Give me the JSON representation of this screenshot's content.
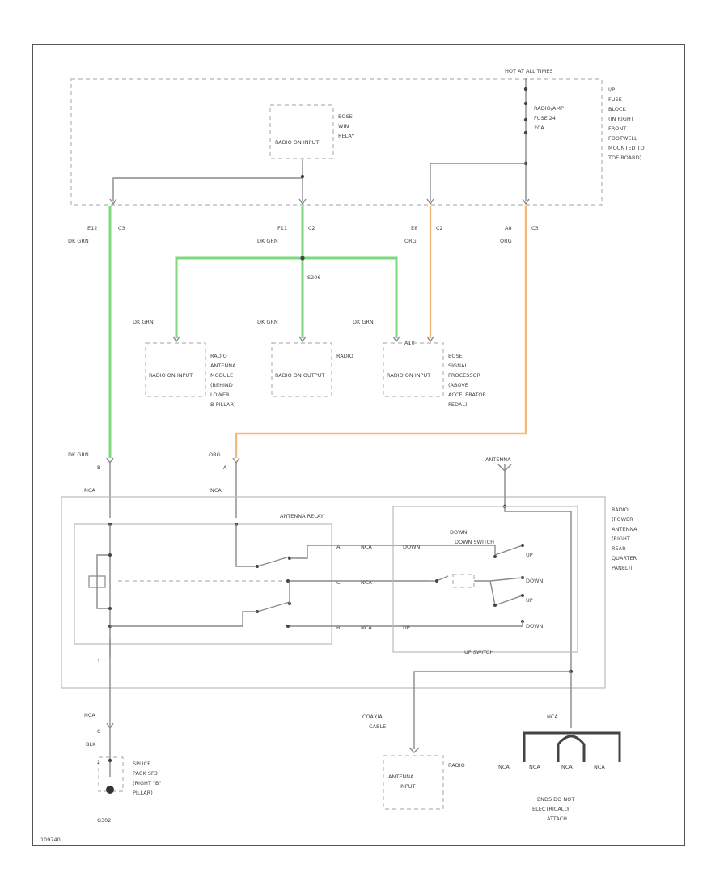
{
  "colors": {
    "wire": "#8a8a8a",
    "dk_grn": "#7ed87e",
    "org": "#f7b77a",
    "box": "#b4b4b4"
  },
  "labels": {
    "hot_at_all_times": "HOT AT ALL TIMES",
    "ip_fuse_block": [
      "I/P",
      "FUSE",
      "BLOCK",
      "(IN RIGHT",
      "FRONT",
      "FOOTWELL",
      "MOUNTED TO",
      "TOE BOARD)"
    ],
    "fuse": [
      "RADIO/AMP",
      "FUSE 24",
      "20A"
    ],
    "bose_relay": [
      "BOSE",
      "WIN",
      "RELAY"
    ],
    "radio_on_input": "RADIO ON INPUT",
    "conn_e12": "E12",
    "conn_f11": "F11",
    "conn_e8": "E8",
    "conn_a8": "A8",
    "c3": "C3",
    "c2": "C2",
    "dk_grn": "DK GRN",
    "org": "ORG",
    "splice_s206": "S206",
    "a10": "A10",
    "radio_antenna_module": [
      "RADIO",
      "ANTENNA",
      "MODULE",
      "(BEHIND",
      "LOWER",
      "B-PILLAR)"
    ],
    "radio_on_output": "RADIO ON OUTPUT",
    "radio": "RADIO",
    "bose_processor": [
      "BOSE",
      "SIGNAL",
      "PROCESSOR",
      "(ABOVE",
      "ACCELERATOR",
      "PEDAL)"
    ],
    "pin_b": "B",
    "pin_a": "A",
    "pin_1": "1",
    "pin_c": "C",
    "pin_2": "2",
    "nca": "NCA",
    "antenna": "ANTENNA",
    "antenna_relay": "ANTENNA RELAY",
    "down": "DOWN",
    "up": "UP",
    "down_switch": "DOWN SWITCH",
    "up_switch": "UP SWITCH",
    "power_antenna": [
      "RADIO",
      "(POWER",
      "ANTENNA",
      "(RIGHT",
      "REAR",
      "QUARTER",
      "PANEL))"
    ],
    "coaxial_cable": [
      "COAXIAL",
      "CABLE"
    ],
    "antenna_input": [
      "ANTENNA",
      "INPUT"
    ],
    "blk": "BLK",
    "splice_pack": [
      "SPLICE",
      "PACK SP3",
      "(RIGHT \"B\"",
      "PILLAR)"
    ],
    "ground_g302": "G302",
    "ends_note": [
      "ENDS DO NOT",
      "ELECTRICALLY",
      "ATTACH"
    ],
    "figure_id": "109740"
  }
}
